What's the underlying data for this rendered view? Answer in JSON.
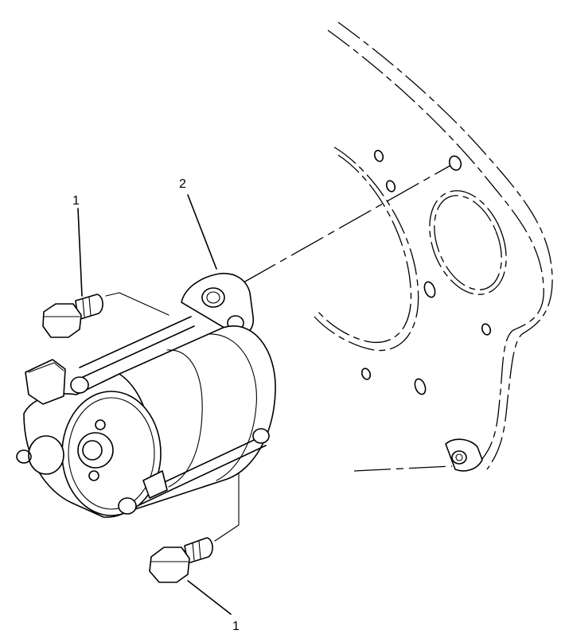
{
  "callouts": {
    "bolt_top": "1",
    "starter": "2",
    "bolt_bottom": "1"
  },
  "icons": [
    "starter-motor",
    "hex-bolt",
    "flywheel-housing-plate"
  ]
}
